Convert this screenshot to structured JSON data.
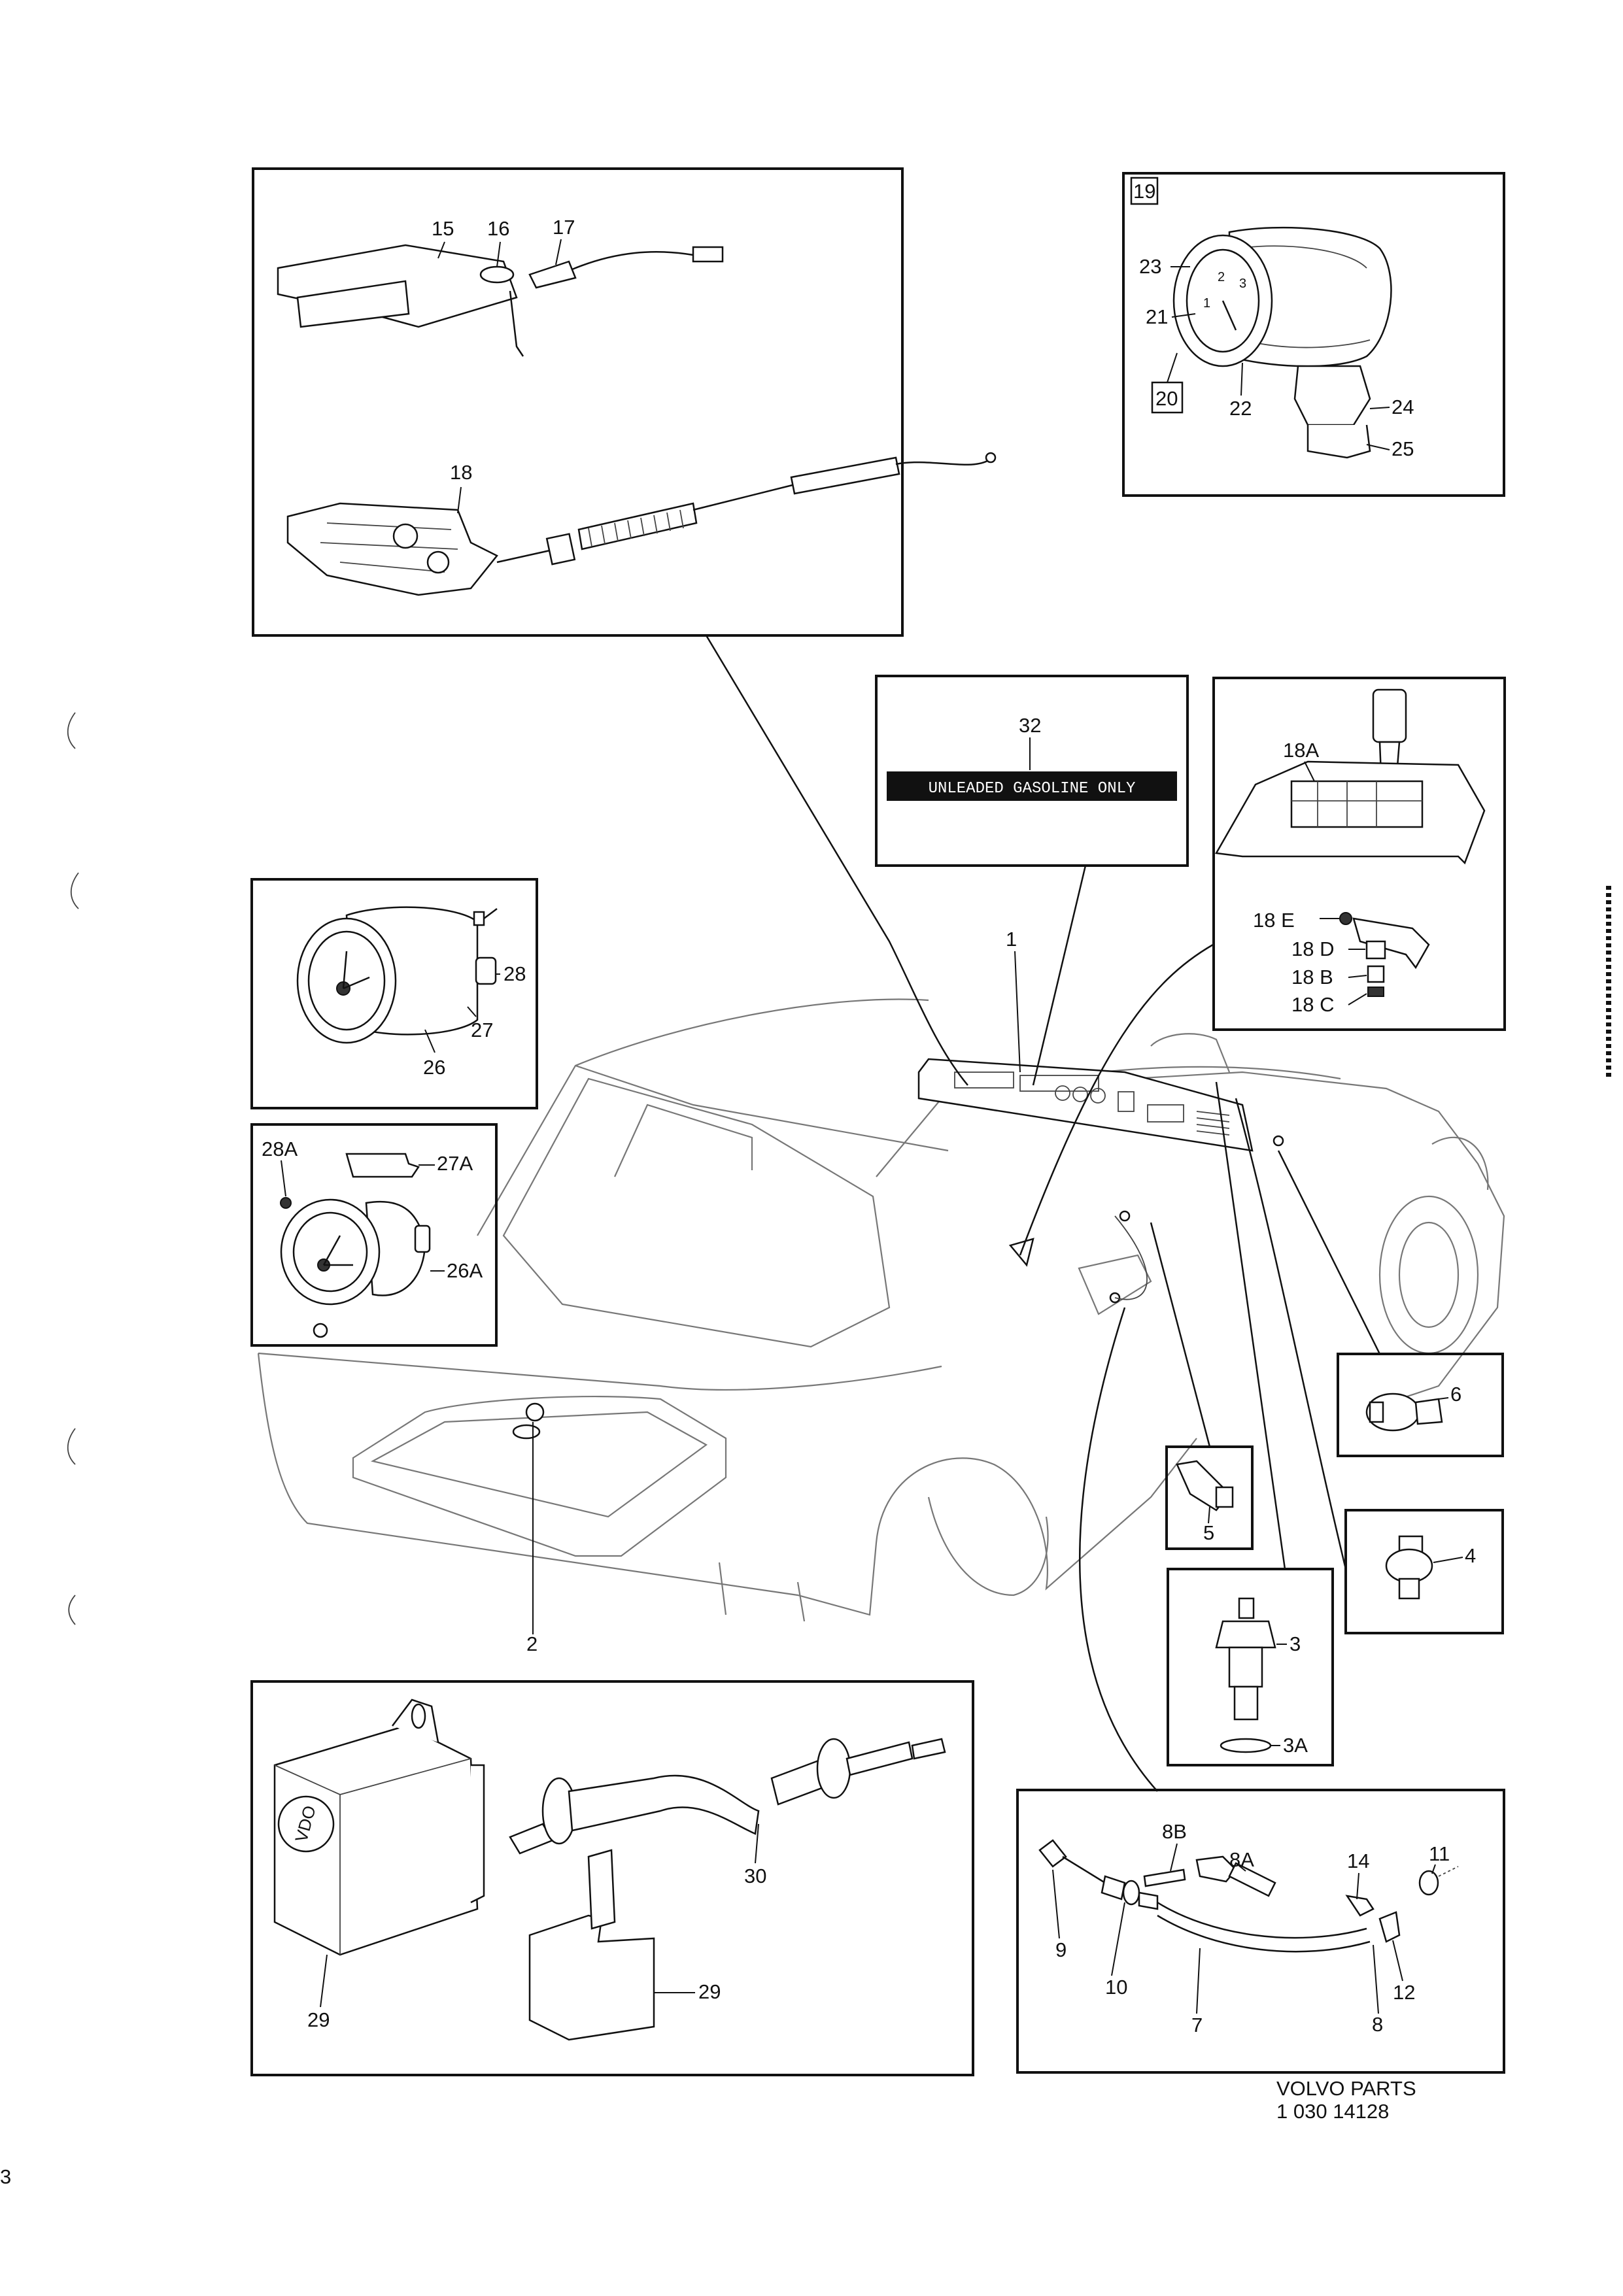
{
  "labels": {
    "p1": "1",
    "p2": "2",
    "p3": "3",
    "p3a": "3A",
    "p4": "4",
    "p5": "5",
    "p6": "6",
    "p7": "7",
    "p8": "8",
    "p8a": "8A",
    "p8b": "8B",
    "p9": "9",
    "p10": "10",
    "p11": "11",
    "p12": "12",
    "p14": "14",
    "p15": "15",
    "p16": "16",
    "p17": "17",
    "p18": "18",
    "p18a": "18A",
    "p18b": "18 B",
    "p18c": "18 C",
    "p18d": "18 D",
    "p18e": "18 E",
    "p19": "19",
    "p20": "20",
    "p21": "21",
    "p22": "22",
    "p23": "23",
    "p24": "24",
    "p25": "25",
    "p26": "26",
    "p26a": "26A",
    "p27": "27",
    "p27a": "27A",
    "p28": "28",
    "p28a": "28A",
    "p29_left": "29",
    "p29_right": "29",
    "p30": "30",
    "p32": "32"
  },
  "decal_text": "UNLEADED GASOLINE ONLY",
  "vdo_logo": "VDO",
  "footer": {
    "brand": "VOLVO  PARTS",
    "code": "1 030  14128"
  },
  "edge_mark": "3"
}
